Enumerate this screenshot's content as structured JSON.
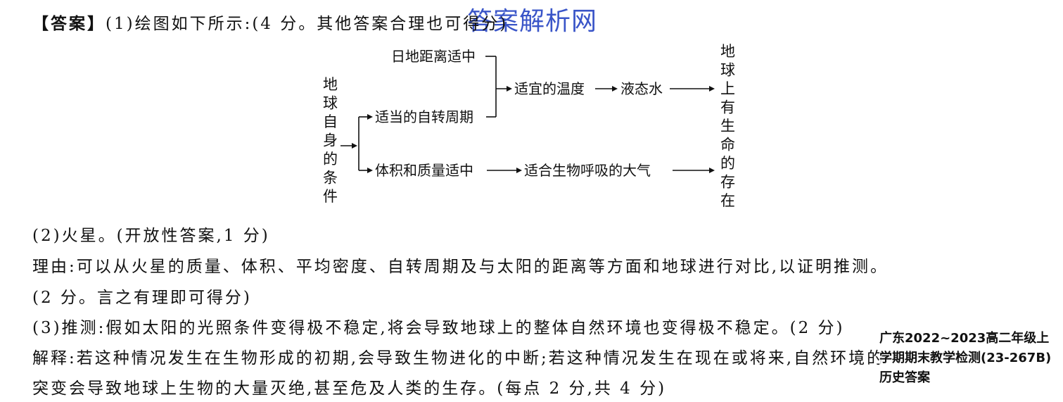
{
  "answer": {
    "label": "【答案】",
    "part1": "(1)绘图如下所示:(4 分。其他答案合理也可得分)",
    "part2": "(2)火星。(开放性答案,1 分)",
    "part2_reason": "理由:可以从火星的质量、体积、平均密度、自转周期及与太阳的距离等方面和地球进行对比,以证明推测。",
    "part2_score": "(2 分。言之有理即可得分)",
    "part3": "(3)推测:假如太阳的光照条件变得极不稳定,将会导致地球上的整体自然环境也变得极不稳定。(2 分)",
    "part3_explain": "解释:若这种情况发生在生物形成的初期,会导致生物进化的中断;若这种情况发生在现在或将来,自然环境的",
    "part3_explain_cont": "突变会导致地球上生物的大量灭绝,甚至危及人类的生存。(每点 2 分,共 4 分)"
  },
  "diagram": {
    "left_label": "地球自身的条件",
    "factors": [
      "日地距离适中",
      "适当的自转周期",
      "体积和质量适中"
    ],
    "middle": [
      "适宜的温度",
      "适合生物呼吸的大气"
    ],
    "water": "液态水",
    "result": "地球上有生命的存在"
  },
  "watermark": "答案解析网",
  "source_tag": "广东2022~2023高二年级上学期期末教学检测(23-267B)历史答案"
}
